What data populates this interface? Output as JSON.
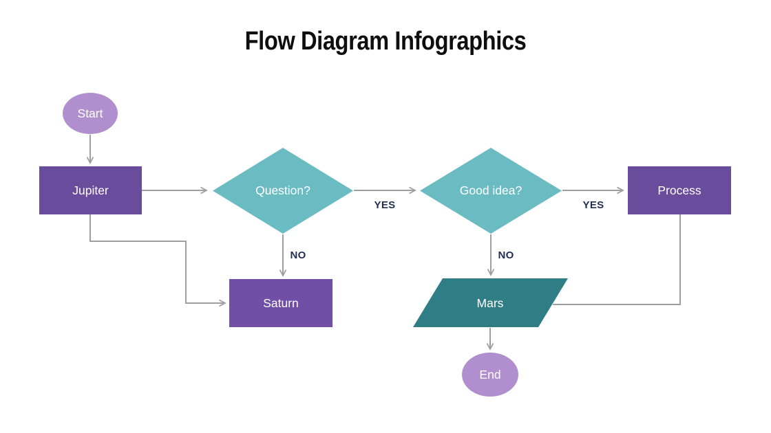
{
  "title": "Flow Diagram Infographics",
  "nodes": {
    "start": {
      "label": "Start"
    },
    "jupiter": {
      "label": "Jupiter"
    },
    "question": {
      "label": "Question?"
    },
    "goodidea": {
      "label": "Good idea?"
    },
    "process": {
      "label": "Process"
    },
    "saturn": {
      "label": "Saturn"
    },
    "mars": {
      "label": "Mars"
    },
    "end": {
      "label": "End"
    }
  },
  "edge_labels": {
    "question_yes": "YES",
    "goodidea_yes": "YES",
    "question_no": "NO",
    "goodidea_no": "NO"
  },
  "colors": {
    "terminator_purple": "#b18fce",
    "rect_purple": "#6a4c9d",
    "rect_purple_light": "#714fa6",
    "diamond_teal": "#6abcc2",
    "parallelogram_teal": "#2f7e85",
    "connector_gray": "#9e9e9e",
    "edge_label_navy": "#1f2e52",
    "title_black": "#0e0e0e",
    "node_text": "#ffffff"
  }
}
